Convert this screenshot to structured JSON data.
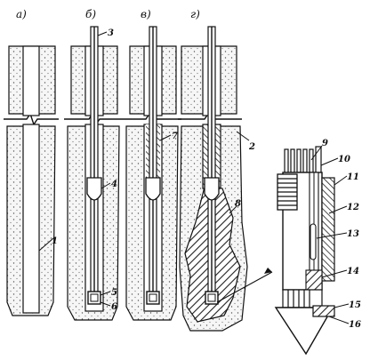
{
  "panels": {
    "a": {
      "caption": "а)"
    },
    "b": {
      "caption": "б)"
    },
    "v": {
      "caption": "в)"
    },
    "g": {
      "caption": "г)"
    }
  },
  "callouts": {
    "c1": "1",
    "c2": "2",
    "c3": "3",
    "c4": "4",
    "c5": "5",
    "c6": "6",
    "c7": "7",
    "c8": "8",
    "c9": "9",
    "c10": "10",
    "c11": "11",
    "c12": "12",
    "c13": "13",
    "c14": "14",
    "c15": "15",
    "c16": "16"
  },
  "colors": {
    "ink": "#111111",
    "soil": "#f4f4f4",
    "hatch": "#222222"
  }
}
